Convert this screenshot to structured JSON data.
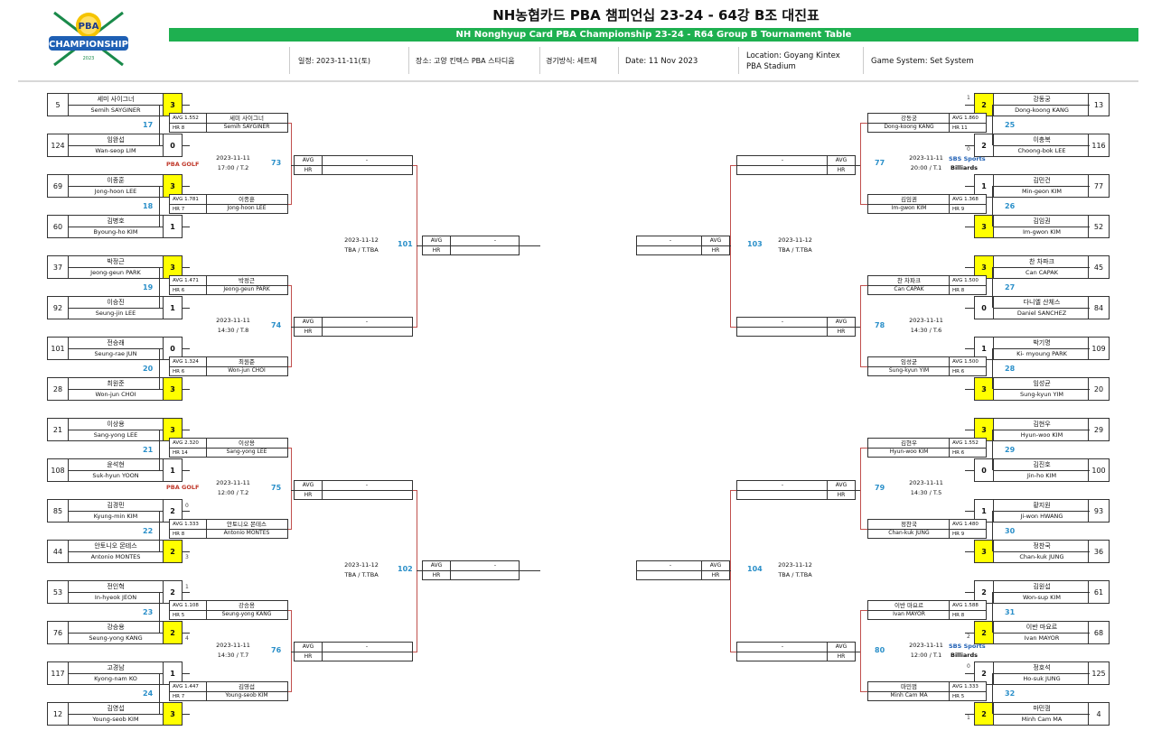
{
  "header": {
    "logo_top": "PBA",
    "logo_main": "CHAMPIONSHIP",
    "logo_year": "2023",
    "title": "NH농협카드 PBA 챔피언십 23-24 - 64강 B조 대진표",
    "subtitle": "NH Nonghyup Card PBA Championship 23-24 - R64 Group B Tournament Table",
    "date_kr": "일정: 2023-11-11(토)",
    "venue_kr": "장소: 고양 킨텍스 PBA 스타디움",
    "system_kr": "경기방식: 세트제",
    "date_en": "Date: 11 Nov 2023",
    "location_en": "Location: Goyang Kintex PBA Stadium",
    "system_en": "Game System: Set System"
  },
  "labels": {
    "avg": "AVG",
    "hr": "HR",
    "dash": "-"
  },
  "sponsors": {
    "pba_golf": "PBA GOLF",
    "sbs1": "SBS Sports",
    "sbs2": "Billiards"
  },
  "left_players": [
    {
      "seed": "5",
      "kor": "세미 사이그너",
      "eng": "Semih SAYGINER",
      "score": "3",
      "win": true
    },
    {
      "seed": "124",
      "kor": "임완섭",
      "eng": "Wan-seop LIM",
      "score": "0",
      "win": false
    },
    {
      "seed": "69",
      "kor": "이종훈",
      "eng": "Jong-hoon LEE",
      "score": "3",
      "win": true
    },
    {
      "seed": "60",
      "kor": "김병호",
      "eng": "Byoung-ho KIM",
      "score": "1",
      "win": false
    },
    {
      "seed": "37",
      "kor": "박정근",
      "eng": "Jeong-geun PARK",
      "score": "3",
      "win": true
    },
    {
      "seed": "92",
      "kor": "이승진",
      "eng": "Seung-jin LEE",
      "score": "1",
      "win": false
    },
    {
      "seed": "101",
      "kor": "전승래",
      "eng": "Seung-rae JUN",
      "score": "0",
      "win": false
    },
    {
      "seed": "28",
      "kor": "최원준",
      "eng": "Won-jun CHOI",
      "score": "3",
      "win": true
    },
    {
      "seed": "21",
      "kor": "이상용",
      "eng": "Sang-yong LEE",
      "score": "3",
      "win": true
    },
    {
      "seed": "108",
      "kor": "윤석현",
      "eng": "Suk-hyun YOON",
      "score": "1",
      "win": false
    },
    {
      "seed": "85",
      "kor": "김경민",
      "eng": "Kyung-min KIM",
      "score": "2",
      "win": false,
      "side": "0"
    },
    {
      "seed": "44",
      "kor": "안토니오 몬테스",
      "eng": "Antonio MONTES",
      "score": "2",
      "win": true,
      "side": "3"
    },
    {
      "seed": "53",
      "kor": "전인혁",
      "eng": "In-hyeok JEON",
      "score": "2",
      "win": false,
      "side": "1"
    },
    {
      "seed": "76",
      "kor": "강승용",
      "eng": "Seung-yong KANG",
      "score": "2",
      "win": true,
      "side": "4"
    },
    {
      "seed": "117",
      "kor": "고경남",
      "eng": "Kyong-nam KO",
      "score": "1",
      "win": false
    },
    {
      "seed": "12",
      "kor": "김영섭",
      "eng": "Young-seob KIM",
      "score": "3",
      "win": true
    }
  ],
  "right_players": [
    {
      "seed": "13",
      "kor": "강동궁",
      "eng": "Dong-koong KANG",
      "score": "2",
      "win": true,
      "side": "1"
    },
    {
      "seed": "116",
      "kor": "이충복",
      "eng": "Choong-bok LEE",
      "score": "2",
      "win": false,
      "side": "0"
    },
    {
      "seed": "77",
      "kor": "김민건",
      "eng": "Min-geon KIM",
      "score": "1",
      "win": false
    },
    {
      "seed": "52",
      "kor": "김임권",
      "eng": "Im-gwon KIM",
      "score": "3",
      "win": true
    },
    {
      "seed": "45",
      "kor": "찬 차파크",
      "eng": "Can CAPAK",
      "score": "3",
      "win": true
    },
    {
      "seed": "84",
      "kor": "다니엘 산체스",
      "eng": "Daniel SANCHEZ",
      "score": "0",
      "win": false
    },
    {
      "seed": "109",
      "kor": "박기명",
      "eng": "Ki- myoung PARK",
      "score": "1",
      "win": false
    },
    {
      "seed": "20",
      "kor": "임성균",
      "eng": "Sung-kyun YIM",
      "score": "3",
      "win": true
    },
    {
      "seed": "29",
      "kor": "김현우",
      "eng": "Hyun-woo KIM",
      "score": "3",
      "win": true
    },
    {
      "seed": "100",
      "kor": "김진호",
      "eng": "Jin-ho KIM",
      "score": "0",
      "win": false
    },
    {
      "seed": "93",
      "kor": "황지원",
      "eng": "Ji-won HWANG",
      "score": "1",
      "win": false
    },
    {
      "seed": "36",
      "kor": "정찬국",
      "eng": "Chan-kuk JUNG",
      "score": "3",
      "win": true
    },
    {
      "seed": "61",
      "kor": "김원섭",
      "eng": "Won-sup KIM",
      "score": "2",
      "win": false
    },
    {
      "seed": "68",
      "kor": "이반 마요르",
      "eng": "Ivan MAYOR",
      "score": "2",
      "win": true,
      "side": "2"
    },
    {
      "seed": "125",
      "kor": "정호석",
      "eng": "Ho-suk JUNG",
      "score": "2",
      "win": false,
      "side": "0"
    },
    {
      "seed": "4",
      "kor": "마민껌",
      "eng": "Minh Cam MA",
      "score": "2",
      "win": true,
      "side": "1"
    }
  ],
  "r1_match_nos": {
    "left": [
      "17",
      "18",
      "19",
      "20",
      "21",
      "22",
      "23",
      "24"
    ],
    "right": [
      "25",
      "26",
      "27",
      "28",
      "29",
      "30",
      "31",
      "32"
    ]
  },
  "left_winners": [
    {
      "avg": "AVG 1.552",
      "hr": "HR 8",
      "kor": "세미 사이그너",
      "eng": "Semih SAYGINER"
    },
    {
      "avg": "AVG 1.781",
      "hr": "HR 7",
      "kor": "이종훈",
      "eng": "Jong-hoon LEE"
    },
    {
      "avg": "AVG 1.471",
      "hr": "HR 6",
      "kor": "박정근",
      "eng": "Jeong-geun PARK"
    },
    {
      "avg": "AVG 1.324",
      "hr": "HR 6",
      "kor": "최원준",
      "eng": "Won-jun CHOI"
    },
    {
      "avg": "AVG 2.320",
      "hr": "HR 14",
      "kor": "이상용",
      "eng": "Sang-yong LEE"
    },
    {
      "avg": "AVG 1.333",
      "hr": "HR 8",
      "kor": "안토니오 몬테스",
      "eng": "Antonio MONTES"
    },
    {
      "avg": "AVG 1.108",
      "hr": "HR 5",
      "kor": "강승용",
      "eng": "Seung-yong KANG"
    },
    {
      "avg": "AVG 1.447",
      "hr": "HR 7",
      "kor": "김영섭",
      "eng": "Young-seob KIM"
    }
  ],
  "right_winners": [
    {
      "avg": "AVG 1.860",
      "hr": "HR 11",
      "kor": "강동궁",
      "eng": "Dong-koong KANG"
    },
    {
      "avg": "AVG 1.368",
      "hr": "HR 9",
      "kor": "김임권",
      "eng": "Im-gwon KIM"
    },
    {
      "avg": "AVG 1.500",
      "hr": "HR 8",
      "kor": "찬 차파크",
      "eng": "Can CAPAK"
    },
    {
      "avg": "AVG 1.500",
      "hr": "HR 6",
      "kor": "임성균",
      "eng": "Sung-kyun YIM"
    },
    {
      "avg": "AVG 1.552",
      "hr": "HR 6",
      "kor": "김현우",
      "eng": "Hyun-woo KIM"
    },
    {
      "avg": "AVG 1.480",
      "hr": "HR 9",
      "kor": "정찬국",
      "eng": "Chan-kuk JUNG"
    },
    {
      "avg": "AVG 1.588",
      "hr": "HR 8",
      "kor": "이반 마요르",
      "eng": "Ivan MAYOR"
    },
    {
      "avg": "AVG 1.333",
      "hr": "HR 5",
      "kor": "마민껌",
      "eng": "Minh Cam MA"
    }
  ],
  "r2_matches": {
    "left": [
      {
        "no": "73",
        "date": "2023-11-11",
        "time": "17:00 / T.2"
      },
      {
        "no": "74",
        "date": "2023-11-11",
        "time": "14:30 / T.8"
      },
      {
        "no": "75",
        "date": "2023-11-11",
        "time": "12:00 / T.2"
      },
      {
        "no": "76",
        "date": "2023-11-11",
        "time": "14:30 / T.7"
      }
    ],
    "right": [
      {
        "no": "77",
        "date": "2023-11-11",
        "time": "20:00 / T.1"
      },
      {
        "no": "78",
        "date": "2023-11-11",
        "time": "14:30 / T.6"
      },
      {
        "no": "79",
        "date": "2023-11-11",
        "time": "14:30 / T.5"
      },
      {
        "no": "80",
        "date": "2023-11-11",
        "time": "12:00 / T.1"
      }
    ]
  },
  "r3_matches": {
    "left": [
      {
        "no": "101",
        "date": "2023-11-12",
        "time": "TBA / T.TBA"
      },
      {
        "no": "102",
        "date": "2023-11-12",
        "time": "TBA / T.TBA"
      }
    ],
    "right": [
      {
        "no": "103",
        "date": "2023-11-12",
        "time": "TBA / T.TBA"
      },
      {
        "no": "104",
        "date": "2023-11-12",
        "time": "TBA / T.TBA"
      }
    ]
  }
}
